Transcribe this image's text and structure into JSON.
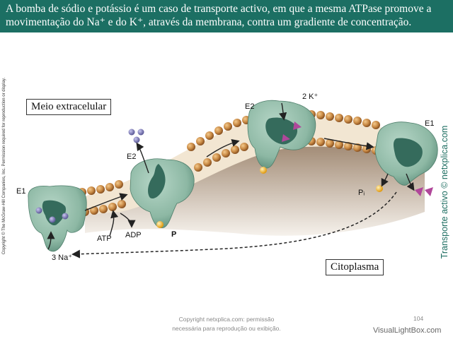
{
  "banner": {
    "text": "A bomba de sódio e potássio é um caso de transporte activo, em que a mesma ATPase promove a movimentação do Na⁺ e do K⁺, através da membrana, contra um gradiente de concentração."
  },
  "diagram": {
    "extracellular_label": "Meio extracelular",
    "cytoplasm_label": "Citoplasma",
    "state_labels": [
      "E1",
      "E2",
      "E2",
      "E1"
    ],
    "na_label": "3 Na⁺",
    "k_label": "2 K⁺",
    "atp_label": "ATP",
    "adp_label": "ADP",
    "p_label": "P",
    "pi_label": "Pᵢ"
  },
  "side_text": {
    "copyright": "Copyright © The McGraw-Hill Companies, Inc. Permission required for reproduction or display.",
    "brand": "Transporte activo © netxplica.com"
  },
  "footer": {
    "copyright_line1": "Copyright netxplica.com: permissão",
    "copyright_line2": "necessária para reprodução ou exibição.",
    "page_number": "104",
    "watermark": "VisualLightBox.com"
  },
  "colors": {
    "banner": "#1c6f63",
    "protein": "#8db8a4",
    "protein_dark": "#356b5c",
    "lipid_head": "#c98a45",
    "sodium": "#7a78b5",
    "potassium": "#b0479a",
    "phosphate": "#f2b21e"
  }
}
